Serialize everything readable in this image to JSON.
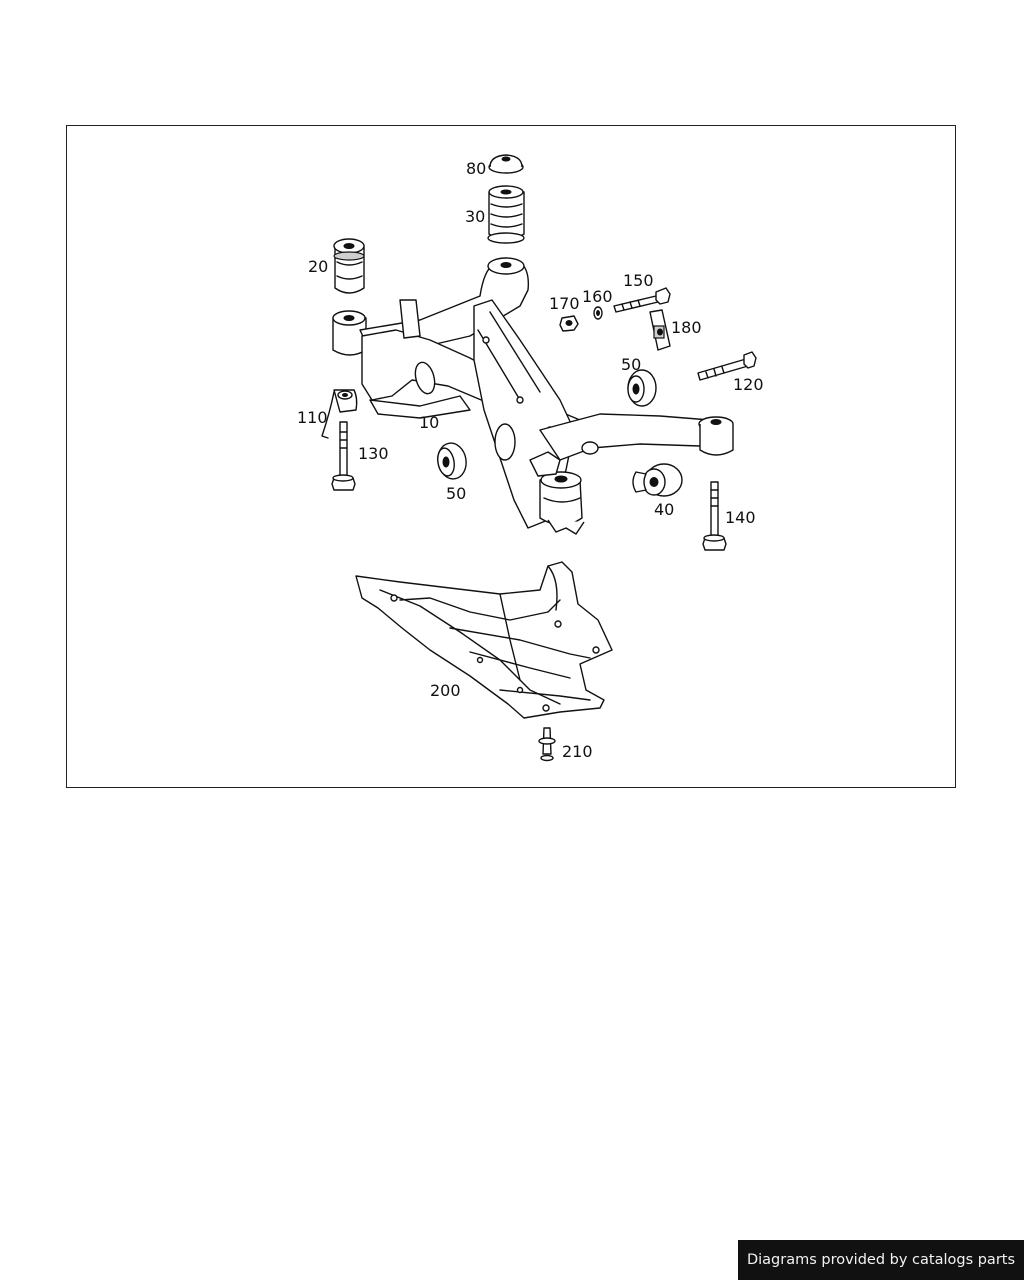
{
  "diagram": {
    "labels": {
      "l10": "10",
      "l20": "20",
      "l30": "30",
      "l40": "40",
      "l50a": "50",
      "l50b": "50",
      "l80": "80",
      "l110": "110",
      "l120": "120",
      "l130": "130",
      "l140": "140",
      "l150": "150",
      "l160": "160",
      "l170": "170",
      "l180": "180",
      "l200": "200",
      "l210": "210"
    }
  },
  "footer": {
    "credit": "Diagrams provided by catalogs parts"
  }
}
